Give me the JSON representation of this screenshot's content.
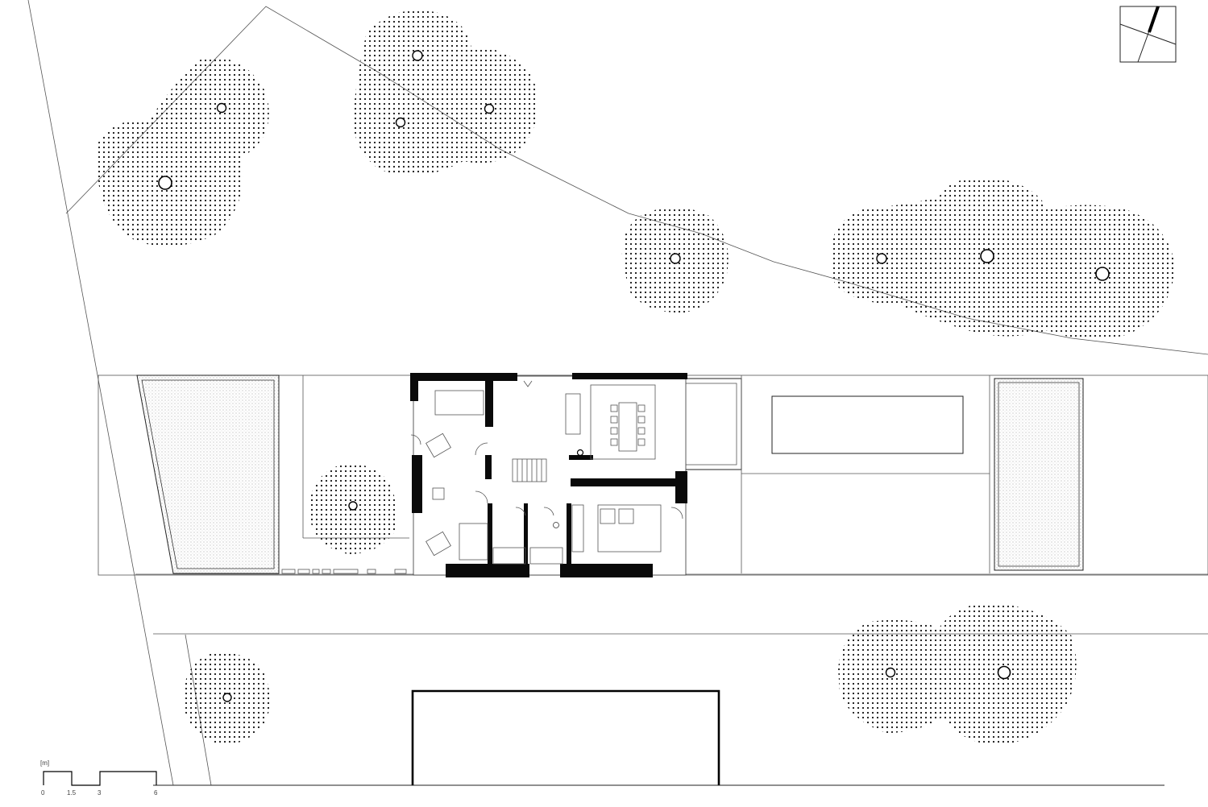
{
  "drawing": {
    "type": "site-plan",
    "ink_color": "#000000",
    "background_color": "#ffffff",
    "hatch": "dotted-stipple"
  },
  "scale_bar": {
    "unit_label": "[m]",
    "ticks": [
      "0",
      "1.5",
      "3",
      "6"
    ]
  },
  "north_arrow": {
    "symbol": "north-arrow-icon"
  }
}
